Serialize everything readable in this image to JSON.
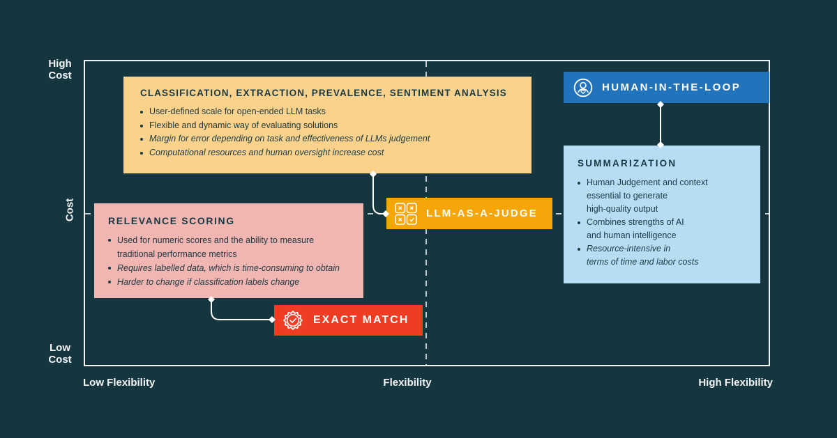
{
  "axes": {
    "high_cost": "High\nCost",
    "cost": "Cost",
    "low_cost": "Low\nCost",
    "low_flexibility": "Low Flexibility",
    "flexibility": "Flexibility",
    "high_flexibility": "High Flexibility"
  },
  "boxes": {
    "classification": {
      "title": "CLASSIFICATION, EXTRACTION, PREVALENCE, SENTIMENT ANALYSIS",
      "bullets": [
        "User-defined scale for open-ended LLM tasks",
        "Flexible and dynamic way of evaluating solutions",
        "Margin for error depending on task and effectiveness of LLMs judgement",
        "Computational resources and human oversight increase cost"
      ]
    },
    "human_in_the_loop": {
      "label": "HUMAN-IN-THE-LOOP",
      "icon": "person-in-circle-icon"
    },
    "summarization": {
      "title": "SUMMARIZATION",
      "bullets": [
        "Human Judgement and context\nessential to generate\nhigh-quality output",
        "Combines strengths of AI\nand human intelligence",
        "Resource-intensive in\nterms of time and labor costs"
      ]
    },
    "llm_as_a_judge": {
      "label": "LLM-AS-A-JUDGE",
      "icon": "grid-checks-icon"
    },
    "relevance_scoring": {
      "title": "RELEVANCE SCORING",
      "bullets": [
        "Used for numeric scores and the ability to measure\ntraditional performance metrics",
        "Requires labelled data, which is time-consuming to obtain",
        "Harder to change if classification labels change"
      ]
    },
    "exact_match": {
      "label": "EXACT MATCH",
      "icon": "badge-check-icon"
    }
  },
  "colors": {
    "background": "#16363F",
    "frame_white": "#F2F4F4",
    "classification_yellow": "#FAD28C",
    "relevance_pink": "#F2B6B2",
    "exact_match_red": "#F03C23",
    "llm_judge_orange": "#F7A60A",
    "human_loop_blue": "#2173BB",
    "summarization_light_blue": "#B7DDF5",
    "dark_text": "#1A3A43"
  }
}
